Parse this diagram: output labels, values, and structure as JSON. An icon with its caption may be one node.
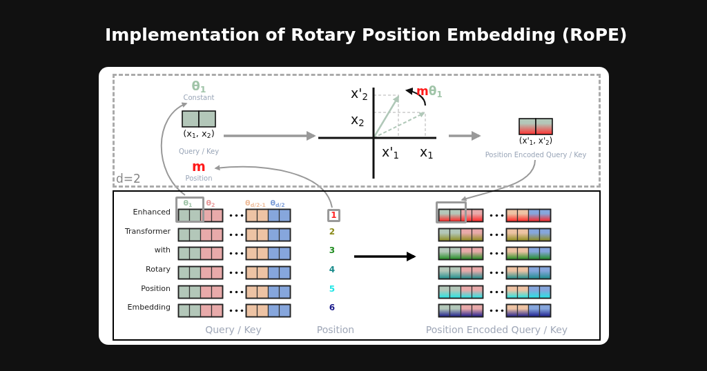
{
  "diagram": {
    "title": "Implementation of Rotary Position Embedding (RoPE)",
    "nodes": [
      {
        "text": [],
        "shape": "box"
      },
      {
        "text": [],
        "shape": "box"
      },
      {
        "text": [
          "θ$_{1}$",
          "Constant"
        ],
        "in": 0
      },
      {
        "text": [
          "(x$_{1}$, x$_{2}$)",
          "Query / Key"
        ],
        "in": 0
      },
      {
        "text": [
          "m",
          "Position"
        ],
        "in": 0
      },
      {
        "text": [
          "x'$_{2}$",
          "x$_{2}$",
          "x'$_{1}$",
          "x$_{1}$",
          "mθ$_{1}$"
        ],
        "in": 0
      },
      {
        "text": [
          "(x'$_{1}$, x'$_{2}$)",
          "Position Encoded Query / Key"
        ],
        "in": 0
      },
      {
        "text": [
          "Query / Key"
        ],
        "in": 1
      },
      {
        "text": [],
        "shape": "box",
        "in": 1
      },
      {
        "text": [
          "Position"
        ],
        "in": 1
      },
      {
        "text": [
          "1"
        ],
        "in": 9
      },
      {
        "text": [
          "Position Encoded Query / Key"
        ],
        "in": 1
      },
      {
        "text": [],
        "shape": "box",
        "in": 1
      }
    ],
    "edges": [
      {
        "from": 3,
        "to": 5,
        "arrow": "to"
      },
      {
        "from": 5,
        "to": 6,
        "arrow": "to"
      },
      {
        "from": 8,
        "to": 2,
        "arrow": "to"
      },
      {
        "from": 10,
        "to": 4,
        "arrow": "to"
      },
      {
        "from": 6,
        "to": 12,
        "arrow": "to"
      },
      {
        "from": 9,
        "to": 11,
        "arrow": "to",
        "color": "#000000"
      }
    ],
    "labels": [
      "d=2",
      "Enhanced",
      "Transformer",
      "with",
      "Rotary",
      "Position",
      "Embedding",
      "θ$_{1}$",
      "θ$_{2}$",
      "θ$_{d/2-1}$",
      "θ$_{d/2}$",
      "2",
      "3",
      "4",
      "5",
      "6"
    ]
  }
}
